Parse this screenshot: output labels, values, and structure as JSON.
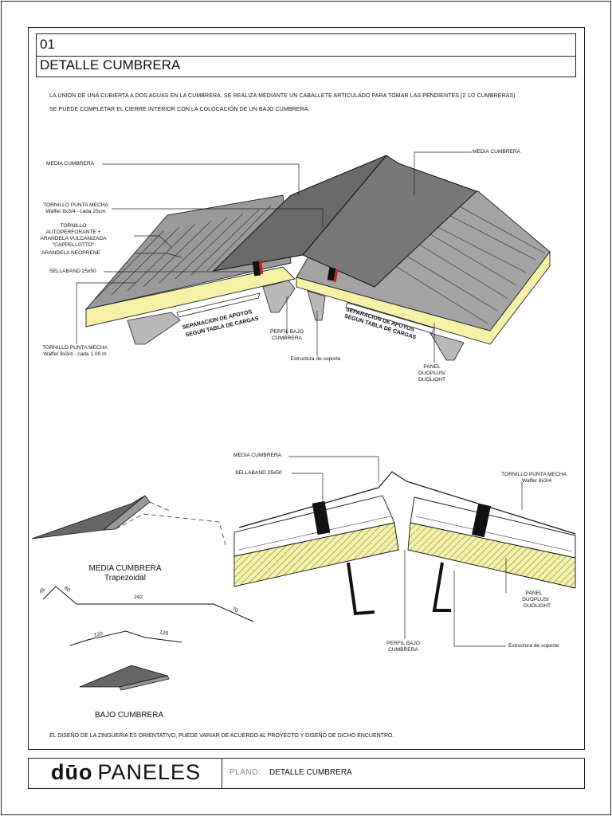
{
  "header": {
    "number": "01",
    "title": "DETALLE CUMBRERA"
  },
  "intro": {
    "line1": "LA UNIÓN DE UNA CUBIERTA A DOS AGUAS EN LA CUMBRERA. SE REALIZA MEDIANTE UN CABALLETE ARTICULADO PARA TOMAR LAS PENDIENTES.(2 1/2 CUMBRERAS)",
    "line2": "SE PUEDE COMPLETAR EL CIERRE INTERIOR CON LA COLOCACIÓN DE UN BAJO CUMBRERA."
  },
  "iso_labels": {
    "media_cumbrera_left": "MEDIA CUMBRERA",
    "media_cumbrera_right": "MEDIA CUMBRERA",
    "tornillo_punta_mecha_1": "TORNILLO PUNTA MECHA",
    "tornillo_punta_mecha_1_spec": "Waffer 8x3/4 - cada 25cm",
    "tornillo_auto_1": "TORNILLO",
    "tornillo_auto_2": "AUTOPERFORANTE +",
    "tornillo_auto_3": "ARANDELA VULCANIZADA",
    "tornillo_auto_4": "\"CAPPELLOTTO\"",
    "arandela_neoprene": "ARANDELA NEOPRENE",
    "sellaband": "SELLABAND 25x50",
    "tornillo_punta_mecha_2": "TORNILLO PUNTA MECHA",
    "tornillo_punta_mecha_2_spec": "Waffer 8x3/4 - cada 1.00 m",
    "separacion_left_1": "SEPARACION DE APOYOS",
    "separacion_left_2": "SEGUN TABLA DE CARGAS",
    "separacion_right_1": "SEPARACION DE APOYOS",
    "separacion_right_2": "SEGUN TABLA DE CARGAS",
    "perfil_bajo_1": "PERFIL BAJO",
    "perfil_bajo_2": "CUMBRERA",
    "estructura": "Estructura de soporte",
    "panel_1": "PANEL",
    "panel_2": "DUOPLUS/",
    "panel_3": "DUOLIGHT"
  },
  "section_labels": {
    "media_cumbrera": "MEDIA CUMBRERA",
    "sellaband": "SELLABAND 25x50",
    "tornillo_1": "TORNILLO PUNTA MECHA",
    "tornillo_2": "Waffer 8x3/4",
    "panel_1": "PANEL",
    "panel_2": "DUOPLUS/",
    "panel_3": "DUOLIGHT",
    "perfil_bajo_1": "PERFIL BAJO",
    "perfil_bajo_2": "CUMBRERA",
    "estructura": "Estructura de soporte"
  },
  "small_parts": {
    "media_title": "MEDIA CUMBRERA",
    "media_sub": "Trapezoidal",
    "dim_45": "45",
    "dim_60": "60",
    "dim_242": "242",
    "dim_70": "70",
    "dim_120_left": "120",
    "dim_120_right": "120",
    "bajo_title": "BAJO CUMBRERA"
  },
  "footer": {
    "note": "EL DISEÑO DE LA ZINGUERIA ES ORIENTATIVO, PUEDE VARIAR DE ACUERDO AL PROYECTO Y DISEÑO DE DICHO ENCUENTRO.",
    "logo_bold": "dūo",
    "logo_light": "PANELES",
    "plano_label": "PLANO:",
    "plano_value": "DETALLE CUMBRERA"
  },
  "colors": {
    "insulation": "#f5f2a8",
    "steel": "#8a8a8a",
    "steel_dark": "#5f5f5f",
    "sealant": "#111111",
    "sealant_red": "#d11a1a"
  }
}
